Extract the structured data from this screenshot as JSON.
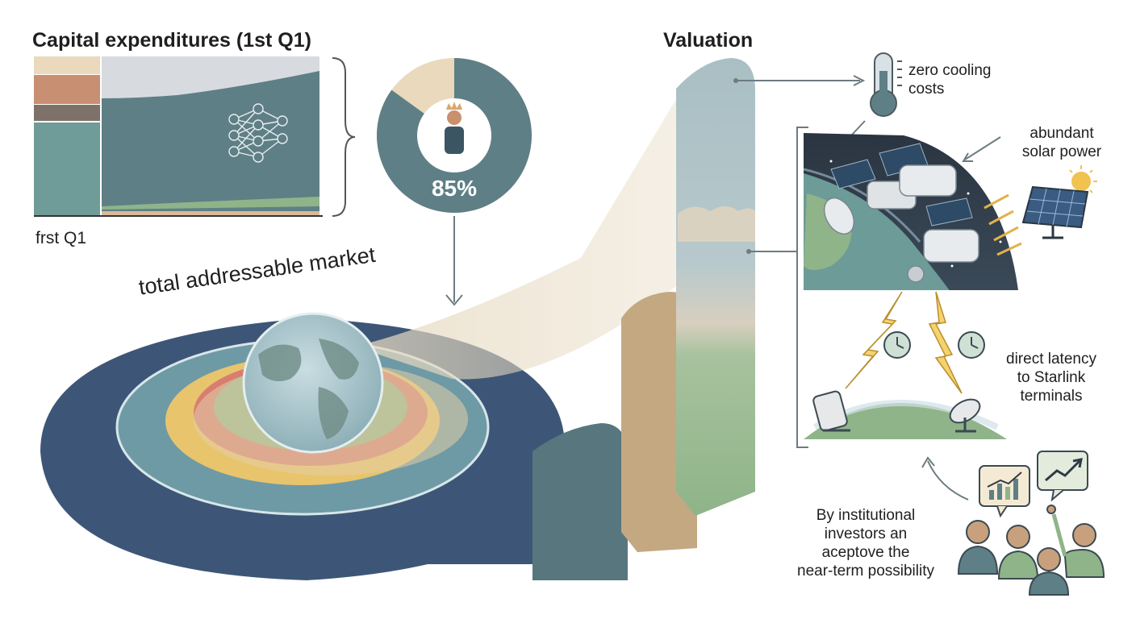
{
  "capex": {
    "title": "Capital expenditures (1st Q1)",
    "axis_label": "frst Q1"
  },
  "donut": {
    "value_label": "85%",
    "share": 0.85
  },
  "tam": {
    "label": "total addressable market"
  },
  "valuation": {
    "title": "Valuation"
  },
  "benefits": {
    "cooling": [
      "zero cooling",
      "costs"
    ],
    "solar": [
      "abundant",
      "solar power"
    ],
    "latency": [
      "direct latency",
      "to Starlink",
      "terminals"
    ]
  },
  "investors": {
    "text": [
      "By institutional",
      "investors an",
      "aceptove the",
      "near-term possibility"
    ]
  },
  "colors": {
    "slate_teal": "#5f7f86",
    "navy": "#3d5677",
    "tan": "#e7d8bd",
    "copper": "#c98f72",
    "green": "#8fb489",
    "red": "#d87d72",
    "yellow": "#e8c46c",
    "space_dark": "#2f3a46"
  },
  "icons": [
    "neural-network-icon",
    "person-with-crown-icon",
    "globe-icon",
    "thermometer-icon",
    "satellite-icon",
    "solar-panel-icon",
    "sun-icon",
    "clock-icon",
    "lightning-icon",
    "phone-terminal-icon",
    "dish-antenna-icon",
    "chart-speech-bubble-icon",
    "investor-group-icon"
  ]
}
